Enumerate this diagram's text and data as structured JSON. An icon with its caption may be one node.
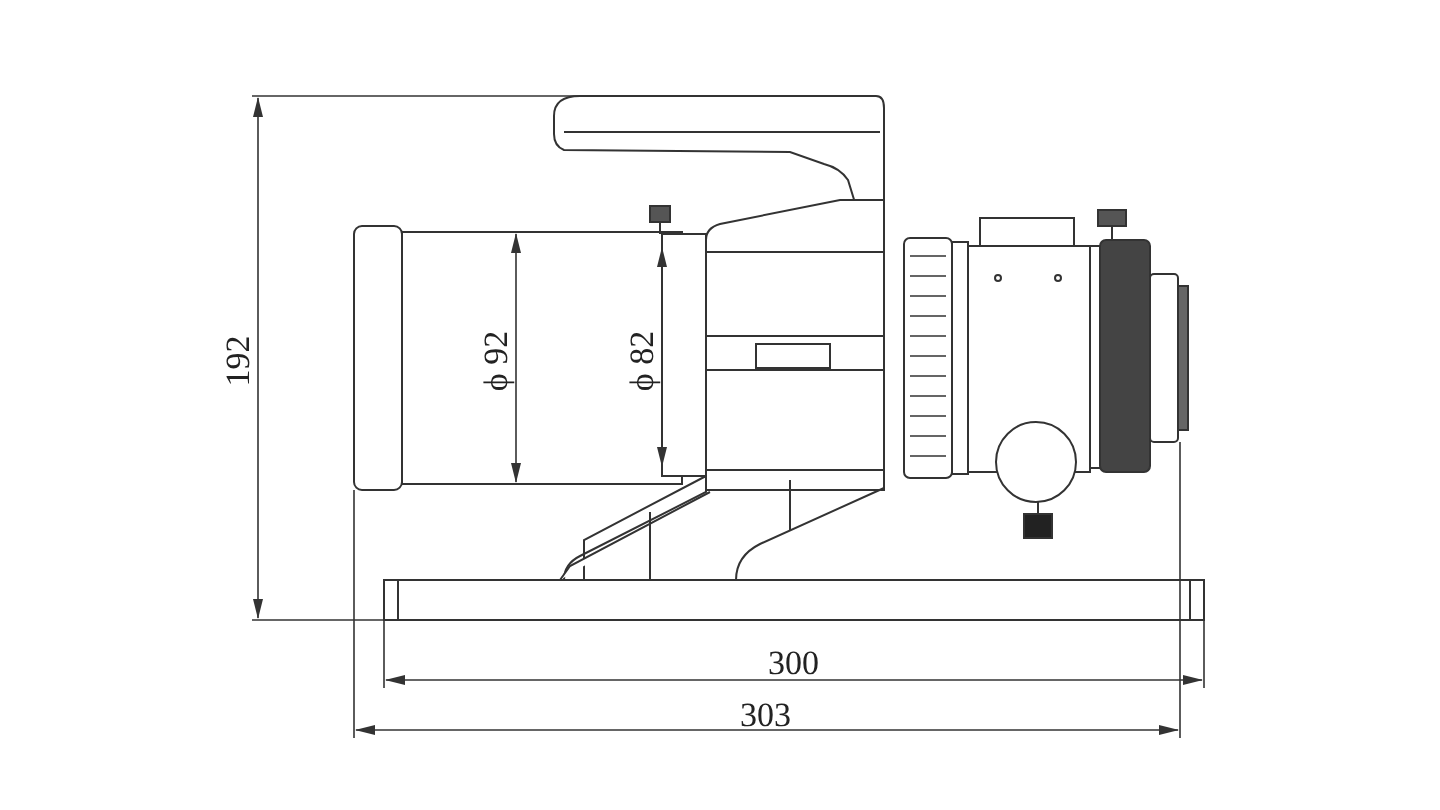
{
  "diagram": {
    "labels": [
      "192",
      "ϕ 92",
      "ϕ 82",
      "300",
      "303"
    ]
  }
}
